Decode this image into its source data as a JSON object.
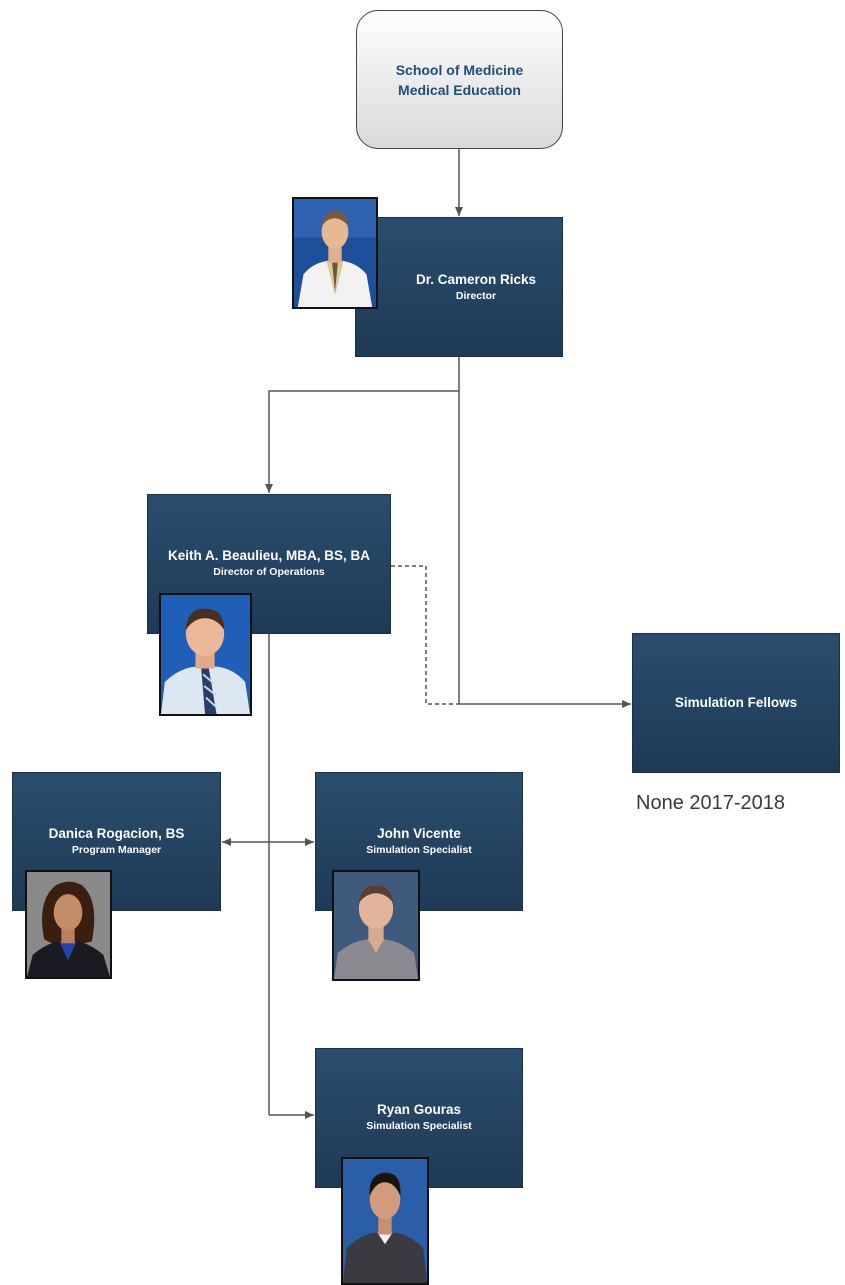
{
  "root": {
    "line1": "School of Medicine",
    "line2": "Medical Education"
  },
  "people": {
    "director": {
      "name": "Dr. Cameron Ricks",
      "title": "Director"
    },
    "operations": {
      "name": "Keith A. Beaulieu, MBA, BS, BA",
      "title": "Director of Operations"
    },
    "fellows": {
      "name": "Simulation Fellows"
    },
    "program_manager": {
      "name": "Danica Rogacion, BS",
      "title": "Program Manager"
    },
    "specialist_1": {
      "name": "John Vicente",
      "title": "Simulation Specialist"
    },
    "specialist_2": {
      "name": "Ryan Gouras",
      "title": "Simulation Specialist"
    }
  },
  "fellows_note": "None 2017-2018",
  "colors": {
    "box_fill": "#2b4d6e",
    "root_text": "#1f4e79",
    "connector": "#555555"
  }
}
